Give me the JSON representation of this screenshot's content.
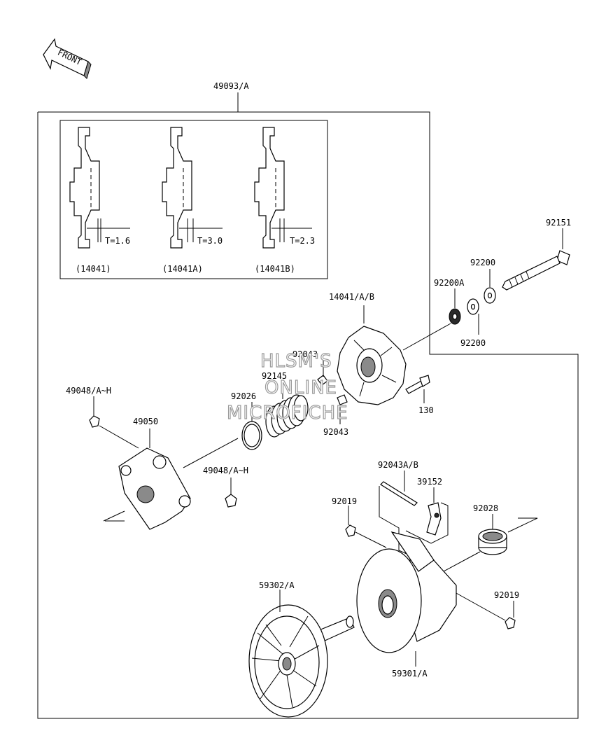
{
  "front_arrow": {
    "label": "FRONT"
  },
  "parts": {
    "p49093": "49093/A",
    "p92151": "92151",
    "p92200_top": "92200",
    "p92200a": "92200A",
    "p92200_bottom": "92200",
    "p14041_assy": "14041/A/B",
    "p92043_upper": "92043",
    "p92145": "92145",
    "p92026": "92026",
    "p130": "130",
    "p92043_lower": "92043",
    "p49048_top": "49048/A~H",
    "p49050": "49050",
    "p49048_mid": "49048/A~H",
    "p92043ab": "92043A/B",
    "p39152": "39152",
    "p92019_left": "92019",
    "p92028": "92028",
    "p92019_right": "92019",
    "p59302": "59302/A",
    "p59301": "59301/A"
  },
  "inset": {
    "variants": [
      {
        "code": "(14041)",
        "thickness": "T=1.6"
      },
      {
        "code": "(14041A)",
        "thickness": "T=3.0"
      },
      {
        "code": "(14041B)",
        "thickness": "T=2.3"
      }
    ]
  },
  "watermark": {
    "line1": "HLSM'S",
    "line2": "ONLINE",
    "line3": "MICROFICHE"
  }
}
